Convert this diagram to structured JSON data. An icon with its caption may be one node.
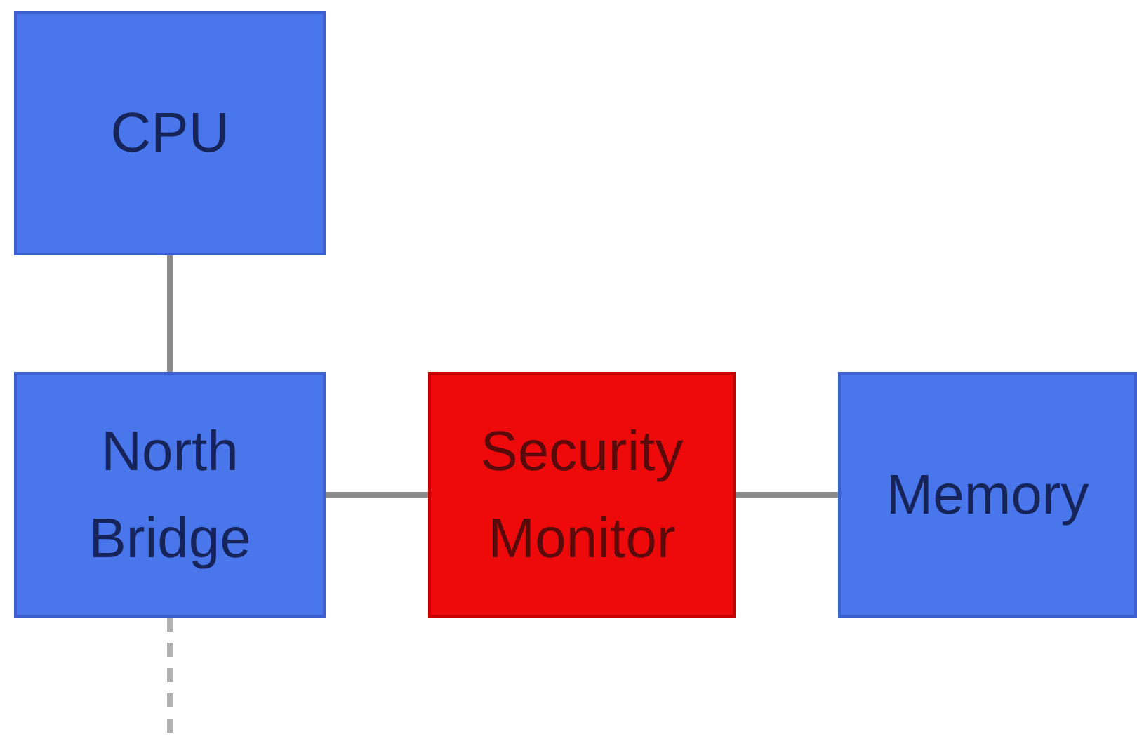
{
  "diagram": {
    "nodes": [
      {
        "text": [
          "CPU"
        ]
      },
      {
        "text": [
          "North Bridge"
        ]
      },
      {
        "text": [
          "Security Monitor"
        ]
      },
      {
        "text": [
          "Memory"
        ]
      }
    ],
    "edges": [
      {
        "from": 0,
        "to": 1,
        "arrow": "none"
      },
      {
        "from": 1,
        "to": 2,
        "arrow": "none"
      },
      {
        "from": 2,
        "to": 3,
        "arrow": "none"
      },
      {
        "from": 1,
        "to": null,
        "arrow": "none",
        "style": "dashed"
      }
    ]
  }
}
